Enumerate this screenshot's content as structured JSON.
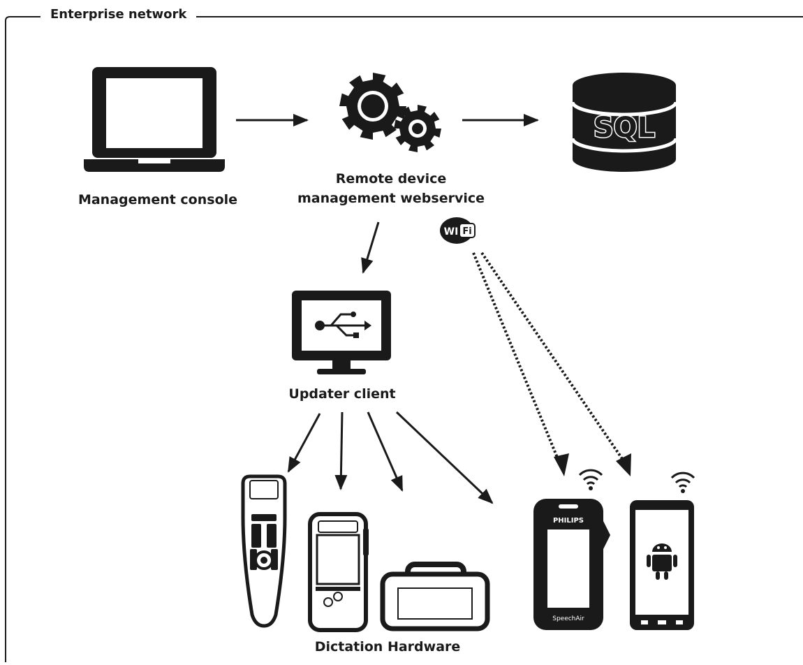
{
  "network": {
    "title": "Enterprise network"
  },
  "nodes": {
    "console": {
      "label": "Management console",
      "icon": "laptop-icon"
    },
    "webservice": {
      "label_line1": "Remote device",
      "label_line2": "management webservice",
      "icon": "gears-icon"
    },
    "database": {
      "text": "SQL",
      "icon": "database-icon"
    },
    "wifi_badge": {
      "text_a": "WI",
      "text_b": "Fi"
    },
    "updater": {
      "label": "Updater client",
      "icon": "usb-monitor-icon"
    },
    "hardware": {
      "label": "Dictation Hardware"
    },
    "speechair": {
      "brand": "PHILIPS",
      "model": "SpeechAir"
    }
  },
  "colors": {
    "ink": "#1a1a1a",
    "background": "#ffffff"
  }
}
